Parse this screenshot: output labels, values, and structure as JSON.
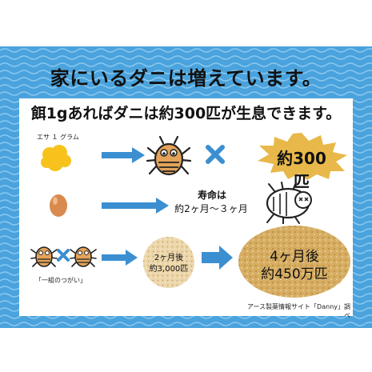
{
  "title": "家にいるダニは増えています。",
  "subtitle": "餌1gあればダニは約300匹が生息できます。",
  "row1": {
    "feed_label": "エサ １ グラム",
    "result": "約300匹"
  },
  "row2": {
    "lifespan_line1": "寿命は",
    "lifespan_line2": "約2ヶ月〜３ヶ月"
  },
  "row3": {
    "pair_label": "「一組のつがい」",
    "mid_line1": "2ヶ月後",
    "mid_line2": "約3,000匹",
    "big_line1": "4ヶ月後",
    "big_line2": "約450万匹"
  },
  "source": "アース製薬情報サイト「Danny」調べ",
  "colors": {
    "frame_blue": "#4aa3dd",
    "arrow_blue": "#3b8fd1",
    "cross_blue": "#3b8fd1",
    "burst": "#e8b84a",
    "speckle": "#d9b36a"
  }
}
